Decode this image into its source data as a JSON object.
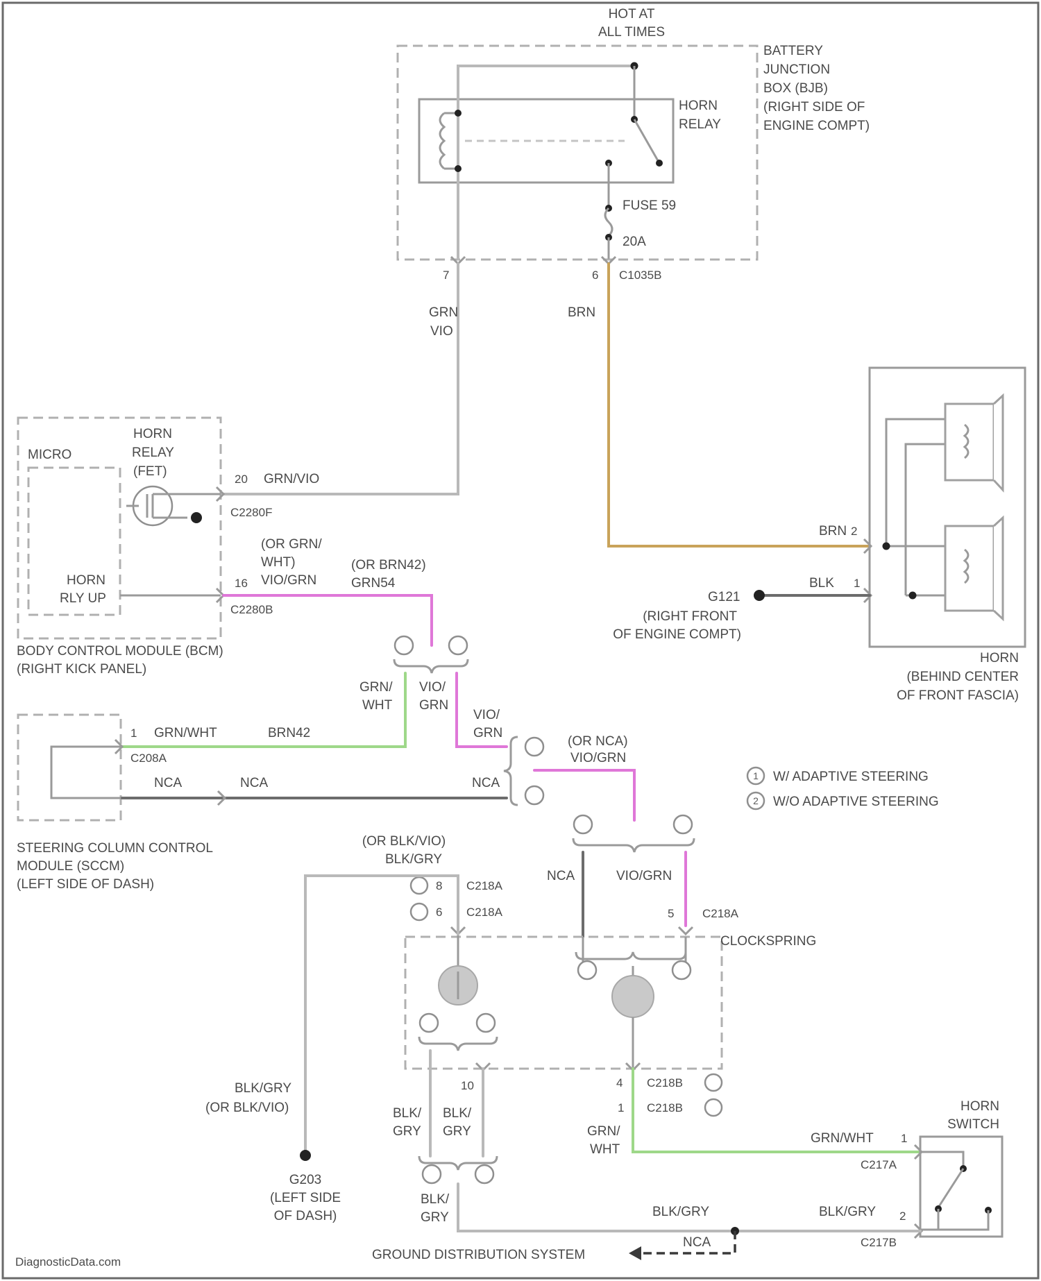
{
  "diagram": {
    "source_labels": {
      "hot_at": "HOT AT",
      "all_times": "ALL TIMES"
    },
    "bjb": {
      "title": [
        "BATTERY",
        "JUNCTION",
        "BOX (BJB)",
        "(RIGHT SIDE OF",
        "ENGINE COMPT)"
      ],
      "relay_label": [
        "HORN",
        "RELAY"
      ],
      "fuse_label": "FUSE 59",
      "fuse_rating": "20A",
      "connector": "C1035B",
      "pin_left": "7",
      "pin_right": "6"
    },
    "wire_labels": {
      "grn_vio_1": "GRN",
      "grn_vio_2": "VIO",
      "brn": "BRN",
      "bcm_grn_vio": "GRN/VIO",
      "or_grn_wht_1": "(OR GRN/",
      "or_grn_wht_2": "WHT)",
      "vio_grn": "VIO/GRN",
      "or_brn42_1": "(OR BRN42)",
      "or_brn42_2": "GRN54",
      "grn_wht_a_1": "GRN/",
      "grn_wht_a_2": "WHT",
      "vio_grn_a_1": "VIO/",
      "vio_grn_a_2": "GRN",
      "vio_grn_b_1": "VIO/",
      "vio_grn_b_2": "GRN",
      "sccm_grn_wht": "GRN/WHT",
      "sccm_brn42": "BRN42",
      "nca_1": "NCA",
      "nca_2": "NCA",
      "nca_3": "NCA",
      "or_nca_1": "(OR NCA)",
      "or_nca_2": "VIO/GRN",
      "or_blk_vio_1": "(OR BLK/VIO)",
      "or_blk_vio_2": "BLK/GRY",
      "nca_4": "NCA",
      "vio_grn_c": "VIO/GRN",
      "blk_gry_1": "BLK/GRY",
      "blk_gry_2": "(OR BLK/VIO)",
      "blk_gry_l_1": "BLK/",
      "blk_gry_l_2": "GRY",
      "blk_gry_r_1": "BLK/",
      "blk_gry_r_2": "GRY",
      "grn_wht_c_1": "GRN/",
      "grn_wht_c_2": "WHT",
      "grn_wht_d": "GRN/WHT",
      "blk_gry_bot_1": "BLK/",
      "blk_gry_bot_2": "GRY",
      "blk_gry_bot_3": "BLK/GRY",
      "blk_gry_bot_4": "BLK/GRY",
      "nca_5": "NCA",
      "horn_brn": "BRN",
      "horn_blk": "BLK"
    },
    "bcm": {
      "title": [
        "BODY CONTROL MODULE (BCM)",
        "(RIGHT KICK PANEL)"
      ],
      "micro": "MICRO",
      "fet_label": [
        "HORN",
        "RELAY",
        "(FET)"
      ],
      "horn_rly_up": [
        "HORN",
        "RLY UP"
      ],
      "pin_20": "20",
      "conn_c2280f": "C2280F",
      "pin_16": "16",
      "conn_c2280b": "C2280B"
    },
    "sccm": {
      "title": [
        "STEERING COLUMN CONTROL",
        "MODULE (SCCM)",
        "(LEFT SIDE OF DASH)"
      ],
      "pin_1": "1",
      "conn": "C208A"
    },
    "horn": {
      "title": [
        "HORN",
        "(BEHIND CENTER",
        "OF FRONT FASCIA)"
      ],
      "pin_2": "2",
      "pin_1": "1"
    },
    "g121": {
      "id": "G121",
      "location": [
        "(RIGHT FRONT",
        "OF ENGINE COMPT)"
      ]
    },
    "legend": {
      "item_1_num": "1",
      "item_1": "W/ ADAPTIVE STEERING",
      "item_2_num": "2",
      "item_2": "W/O ADAPTIVE STEERING"
    },
    "clockspring": {
      "title": "CLOCKSPRING",
      "pin_8": "8",
      "pin_6": "6",
      "conn_c218a_1": "C218A",
      "conn_c218a_2": "C218A",
      "pin_5": "5",
      "conn_c218a_3": "C218A",
      "pin_10": "10",
      "pin_4": "4",
      "pin_1": "1",
      "conn_c218b_1": "C218B",
      "conn_c218b_2": "C218B"
    },
    "g203": {
      "id": "G203",
      "location": [
        "(LEFT SIDE",
        "OF DASH)"
      ]
    },
    "horn_switch": {
      "title": [
        "HORN",
        "SWITCH"
      ],
      "pin_1": "1",
      "conn_1": "C217A",
      "pin_2": "2",
      "conn_2": "C217B"
    },
    "ground_dist": "GROUND DISTRIBUTION SYSTEM",
    "watermark": "DiagnosticData.com"
  }
}
